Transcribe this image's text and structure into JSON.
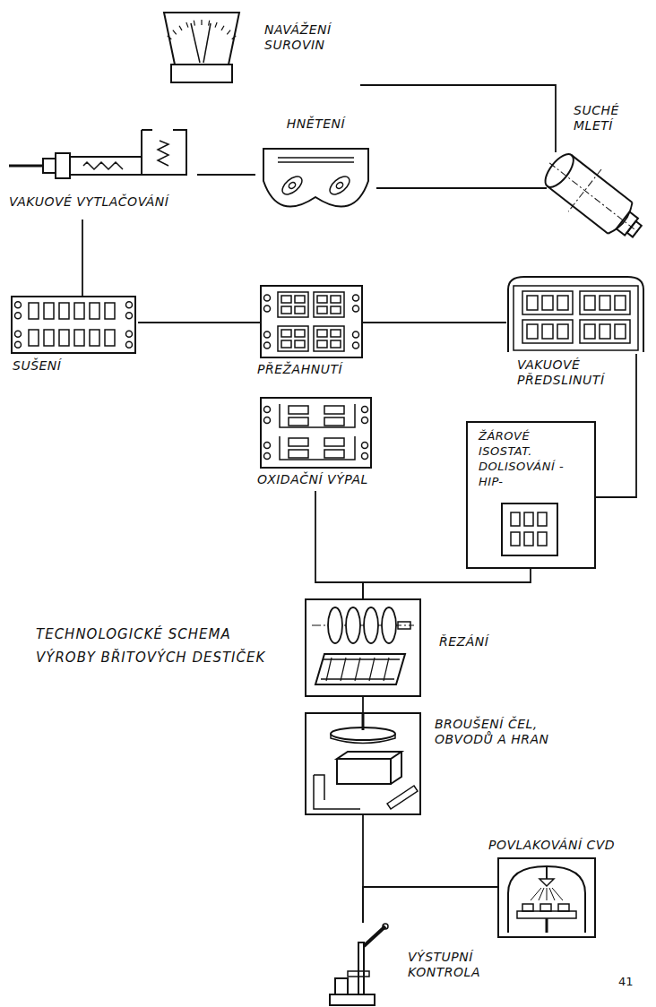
{
  "diagram": {
    "title": "TECHNOLOGICKÉ SCHEMA VÝROBY BŘITOVÝCH DESTIČEK",
    "nodes": [
      {
        "text": [
          "NAVÁŽENÍ SUROVIN"
        ]
      },
      {
        "text": [
          "SUCHÉ MLETÍ"
        ]
      },
      {
        "text": [
          "HNĚTENÍ"
        ]
      },
      {
        "text": [
          "VAKUOVÉ VYTLAČOVÁNÍ"
        ]
      },
      {
        "text": [
          "SUŠENÍ"
        ]
      },
      {
        "text": [
          "PŘEŽAHNUTÍ"
        ]
      },
      {
        "text": [
          "VAKUOVÉ PŘEDSLINUTÍ"
        ]
      },
      {
        "text": [
          "OXIDAČNÍ VÝPAL"
        ]
      },
      {
        "text": [
          "ŽÁROVÉ ISOSTAT. DOLISOVÁNÍ -HIP-"
        ]
      },
      {
        "text": [
          "ŘEZÁNÍ"
        ]
      },
      {
        "text": [
          "BROUŠENÍ ČEL, OBVODŮ A HRAN"
        ]
      },
      {
        "text": [
          "POVLAKOVÁNÍ CVD"
        ]
      },
      {
        "text": [
          "VÝSTUPNÍ KONTROLA"
        ]
      }
    ],
    "edges": [
      {
        "from": 0,
        "to": 1,
        "arrow": "none"
      },
      {
        "from": 1,
        "to": 2,
        "arrow": "none"
      },
      {
        "from": 2,
        "to": 3,
        "arrow": "none"
      },
      {
        "from": 3,
        "to": 4,
        "arrow": "none"
      },
      {
        "from": 4,
        "to": 5,
        "arrow": "none"
      },
      {
        "from": 5,
        "to": 6,
        "arrow": "none"
      },
      {
        "from": 6,
        "to": 8,
        "arrow": "none"
      },
      {
        "from": 7,
        "to": 9,
        "arrow": "none"
      },
      {
        "from": 8,
        "to": 9,
        "arrow": "none"
      },
      {
        "from": 9,
        "to": 10,
        "arrow": "none"
      },
      {
        "from": 10,
        "to": 12,
        "arrow": "none"
      },
      {
        "from": 11,
        "to": 12,
        "arrow": "none"
      }
    ],
    "labels": [
      "41"
    ]
  }
}
